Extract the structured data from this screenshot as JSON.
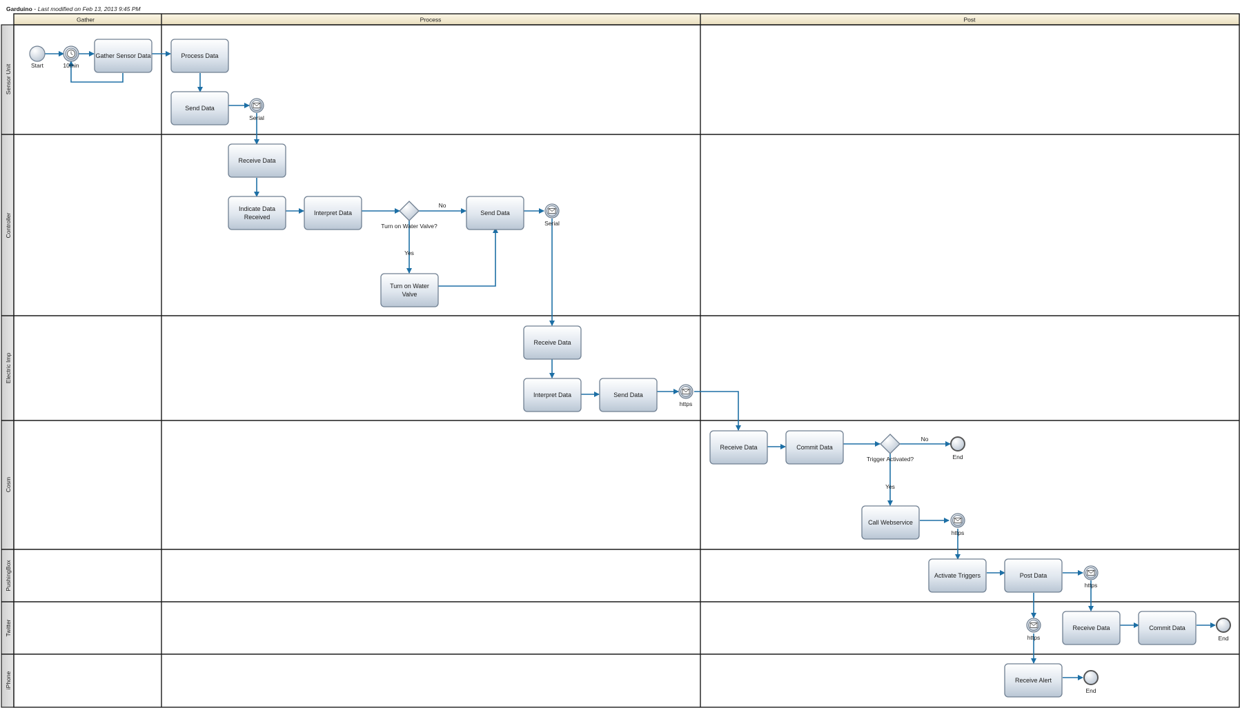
{
  "title": "Garduino",
  "subtitle": "Last modified on Feb 13, 2013 9:45 PM",
  "colors": {
    "flow": "#1d6fa5",
    "header_bg": "#f5edd6",
    "lane_header_bg": "#d9d9d9"
  },
  "columns": [
    "Gather",
    "Process",
    "Post"
  ],
  "lanes": [
    "Sensor Unit",
    "Controller",
    "Electric Imp",
    "Cosm",
    "PushingBox",
    "Twitter",
    "iPhone"
  ],
  "nodes": [
    {
      "id": "start",
      "type": "start-event",
      "label": "Start"
    },
    {
      "id": "timer",
      "type": "timer-event",
      "label": "10min"
    },
    {
      "id": "gather",
      "type": "task",
      "label": [
        "Gather Sensor Data"
      ]
    },
    {
      "id": "process",
      "type": "task",
      "label": [
        "Process Data"
      ]
    },
    {
      "id": "su_send",
      "type": "task",
      "label": [
        "Send Data"
      ]
    },
    {
      "id": "msg_serial1",
      "type": "message-event",
      "label": "Serial"
    },
    {
      "id": "c_receive",
      "type": "task",
      "label": [
        "Receive Data"
      ]
    },
    {
      "id": "c_indicate",
      "type": "task",
      "label": [
        "Indicate Data",
        "Received"
      ]
    },
    {
      "id": "c_interpret",
      "type": "task",
      "label": [
        "Interpret Data"
      ]
    },
    {
      "id": "gw_valve",
      "type": "gateway",
      "label": "Turn on Water Valve?"
    },
    {
      "id": "c_send",
      "type": "task",
      "label": [
        "Send Data"
      ]
    },
    {
      "id": "c_valve",
      "type": "task",
      "label": [
        "Turn on Water",
        "Valve"
      ]
    },
    {
      "id": "msg_serial2",
      "type": "message-event",
      "label": "Serial"
    },
    {
      "id": "e_receive",
      "type": "task",
      "label": [
        "Receive Data"
      ]
    },
    {
      "id": "e_interpret",
      "type": "task",
      "label": [
        "Interpret Data"
      ]
    },
    {
      "id": "e_send",
      "type": "task",
      "label": [
        "Send Data"
      ]
    },
    {
      "id": "msg_https1",
      "type": "message-event",
      "label": "https"
    },
    {
      "id": "co_receive",
      "type": "task",
      "label": [
        "Receive Data"
      ]
    },
    {
      "id": "co_commit",
      "type": "task",
      "label": [
        "Commit Data"
      ]
    },
    {
      "id": "gw_trigger",
      "type": "gateway",
      "label": "Trigger Activated?"
    },
    {
      "id": "end_cosm",
      "type": "end-event",
      "label": "End"
    },
    {
      "id": "co_call",
      "type": "task",
      "label": [
        "Call Webservice"
      ]
    },
    {
      "id": "msg_https2",
      "type": "message-event",
      "label": "https"
    },
    {
      "id": "pb_activate",
      "type": "task",
      "label": [
        "Activate Triggers"
      ]
    },
    {
      "id": "pb_post",
      "type": "task",
      "label": [
        "Post Data"
      ]
    },
    {
      "id": "msg_https3",
      "type": "message-event",
      "label": "https"
    },
    {
      "id": "msg_https4",
      "type": "message-event",
      "label": "https"
    },
    {
      "id": "tw_receive",
      "type": "task",
      "label": [
        "Receive Data"
      ]
    },
    {
      "id": "tw_commit",
      "type": "task",
      "label": [
        "Commit Data"
      ]
    },
    {
      "id": "end_twitter",
      "type": "end-event",
      "label": "End"
    },
    {
      "id": "ip_alert",
      "type": "task",
      "label": [
        "Receive Alert"
      ]
    },
    {
      "id": "end_iphone",
      "type": "end-event",
      "label": "End"
    }
  ],
  "edges": [
    {
      "from": "start",
      "to": "timer"
    },
    {
      "from": "timer",
      "to": "gather"
    },
    {
      "from": "gather",
      "to": "timer",
      "label": ""
    },
    {
      "from": "gather",
      "to": "process"
    },
    {
      "from": "process",
      "to": "su_send"
    },
    {
      "from": "su_send",
      "to": "msg_serial1"
    },
    {
      "from": "msg_serial1",
      "to": "c_receive"
    },
    {
      "from": "c_receive",
      "to": "c_indicate"
    },
    {
      "from": "c_indicate",
      "to": "c_interpret"
    },
    {
      "from": "c_interpret",
      "to": "gw_valve"
    },
    {
      "from": "gw_valve",
      "to": "c_send",
      "label": "No"
    },
    {
      "from": "gw_valve",
      "to": "c_valve",
      "label": "Yes"
    },
    {
      "from": "c_valve",
      "to": "c_send"
    },
    {
      "from": "c_send",
      "to": "msg_serial2"
    },
    {
      "from": "msg_serial2",
      "to": "e_receive"
    },
    {
      "from": "e_receive",
      "to": "e_interpret"
    },
    {
      "from": "e_interpret",
      "to": "e_send"
    },
    {
      "from": "e_send",
      "to": "msg_https1"
    },
    {
      "from": "msg_https1",
      "to": "co_receive"
    },
    {
      "from": "co_receive",
      "to": "co_commit"
    },
    {
      "from": "co_commit",
      "to": "gw_trigger"
    },
    {
      "from": "gw_trigger",
      "to": "end_cosm",
      "label": "No"
    },
    {
      "from": "gw_trigger",
      "to": "co_call",
      "label": "Yes"
    },
    {
      "from": "co_call",
      "to": "msg_https2"
    },
    {
      "from": "msg_https2",
      "to": "pb_activate"
    },
    {
      "from": "pb_activate",
      "to": "pb_post"
    },
    {
      "from": "pb_post",
      "to": "msg_https3"
    },
    {
      "from": "pb_post",
      "to": "msg_https4"
    },
    {
      "from": "msg_https3",
      "to": "tw_receive"
    },
    {
      "from": "tw_receive",
      "to": "tw_commit"
    },
    {
      "from": "tw_commit",
      "to": "end_twitter"
    },
    {
      "from": "msg_https4",
      "to": "ip_alert"
    },
    {
      "from": "ip_alert",
      "to": "end_iphone"
    }
  ]
}
